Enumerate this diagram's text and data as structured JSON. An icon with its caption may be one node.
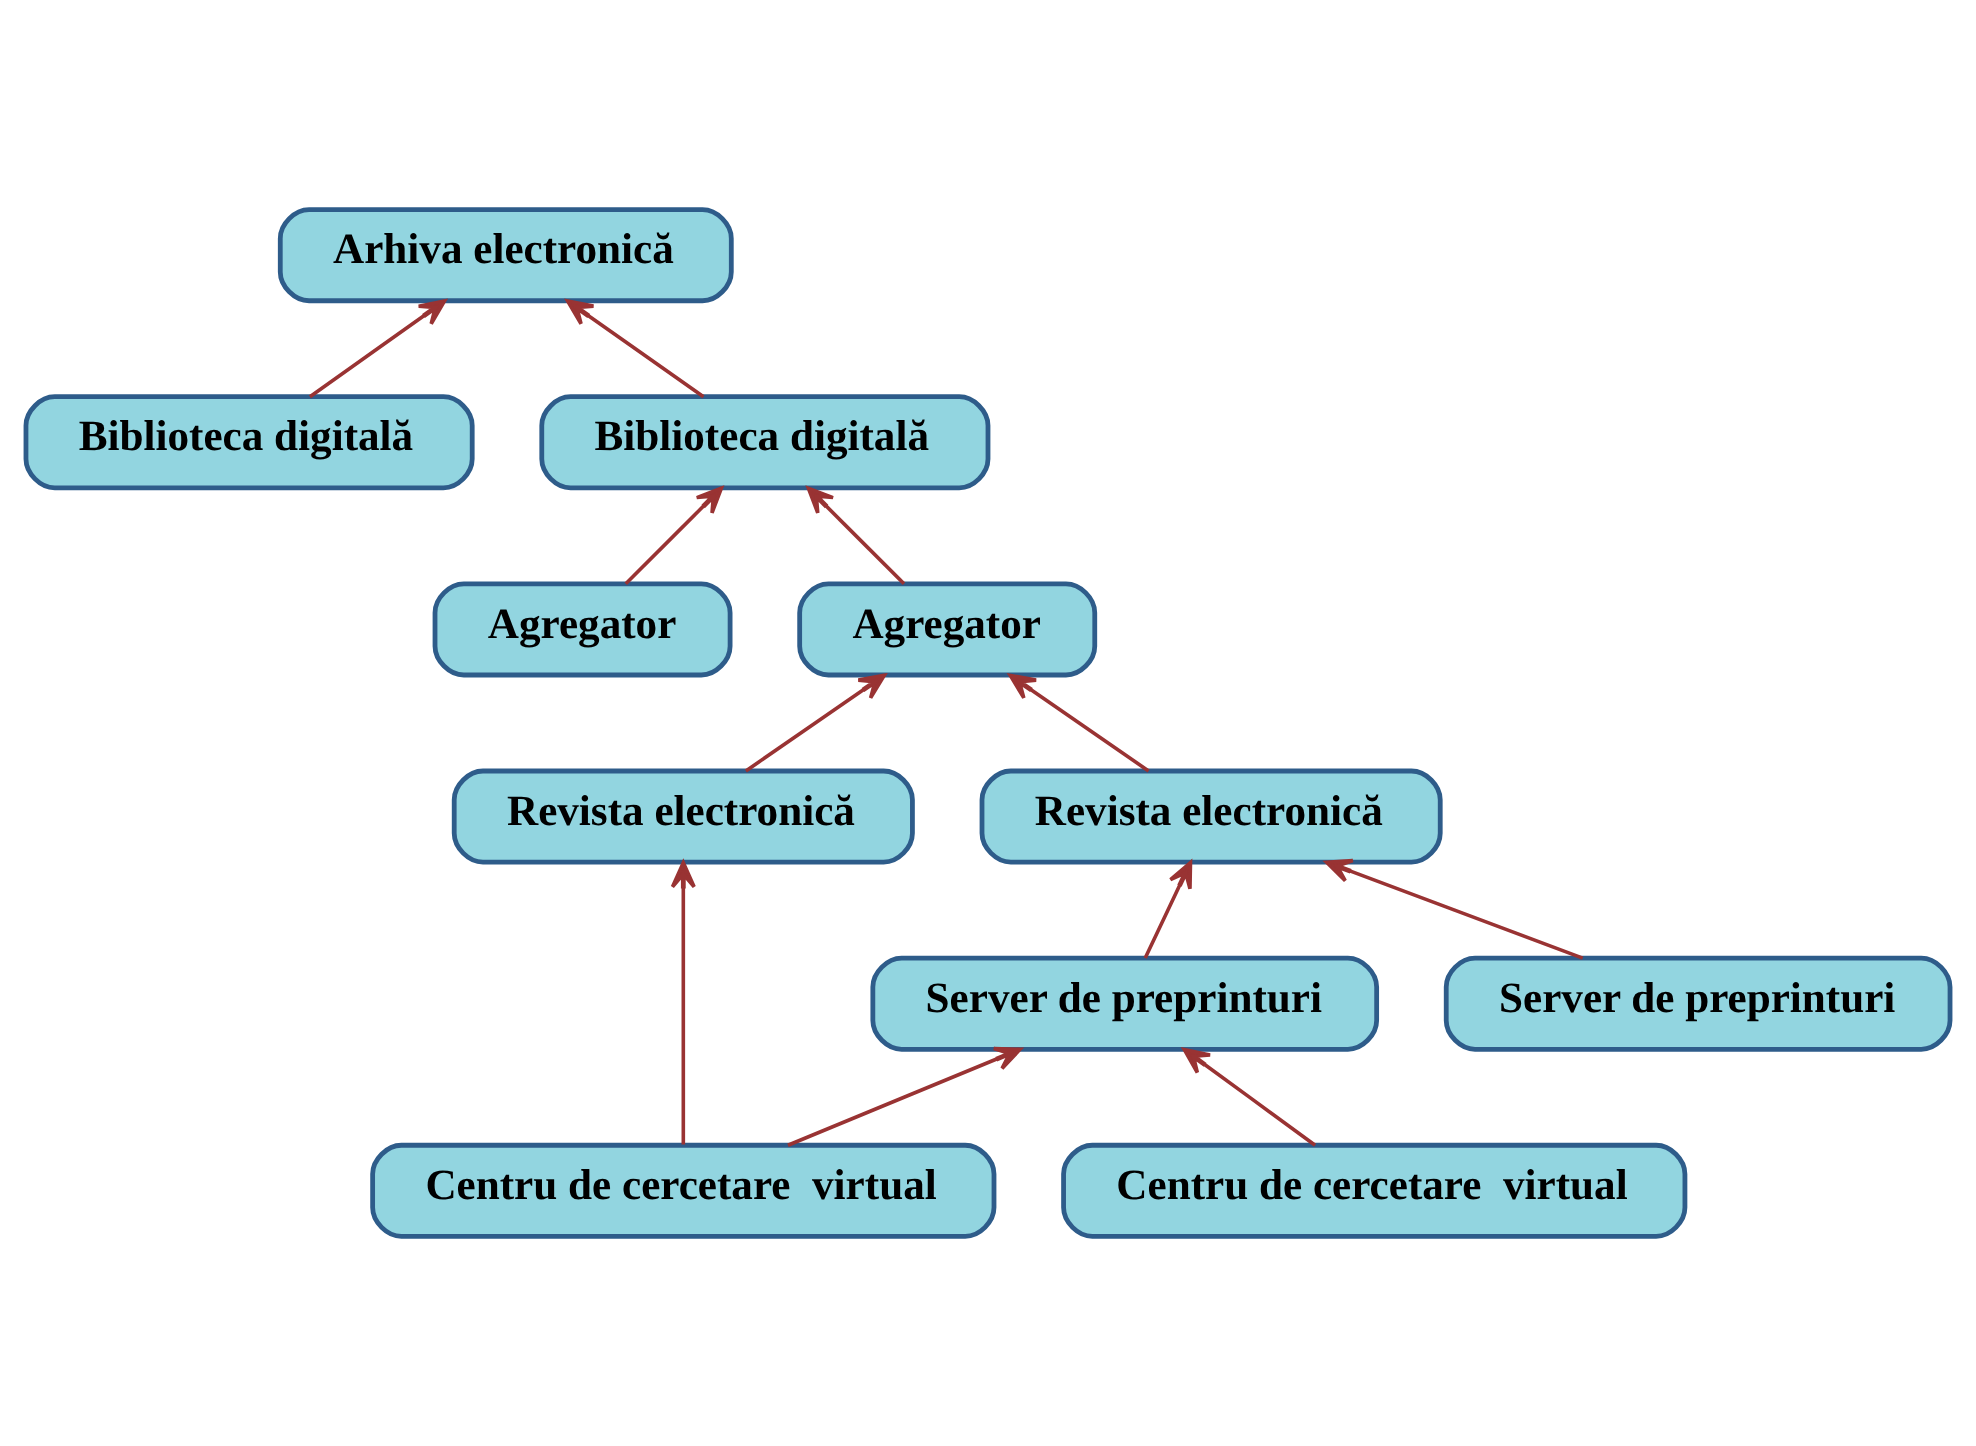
{
  "diagram": {
    "nodes": [
      {
        "text": [
          "Arhiva electronică"
        ]
      },
      {
        "text": [
          "Biblioteca digitală"
        ]
      },
      {
        "text": [
          "Biblioteca digitală"
        ]
      },
      {
        "text": [
          "Agregator"
        ]
      },
      {
        "text": [
          "Agregator"
        ]
      },
      {
        "text": [
          "Revista electronică"
        ]
      },
      {
        "text": [
          "Revista electronică"
        ]
      },
      {
        "text": [
          "Server de preprinturi"
        ]
      },
      {
        "text": [
          "Server de preprinturi"
        ]
      },
      {
        "text": [
          "Centru de cercetare  virtual"
        ]
      },
      {
        "text": [
          "Centru de cercetare  virtual"
        ]
      }
    ],
    "edges": [
      {
        "from": 1,
        "to": 0,
        "arrow": "to"
      },
      {
        "from": 2,
        "to": 0,
        "arrow": "to"
      },
      {
        "from": 3,
        "to": 2,
        "arrow": "to"
      },
      {
        "from": 4,
        "to": 2,
        "arrow": "to"
      },
      {
        "from": 5,
        "to": 4,
        "arrow": "to"
      },
      {
        "from": 6,
        "to": 4,
        "arrow": "to"
      },
      {
        "from": 7,
        "to": 6,
        "arrow": "to"
      },
      {
        "from": 8,
        "to": 6,
        "arrow": "to"
      },
      {
        "from": 9,
        "to": 5,
        "arrow": "to"
      },
      {
        "from": 9,
        "to": 7,
        "arrow": "to"
      },
      {
        "from": 10,
        "to": 7,
        "arrow": "to"
      }
    ]
  }
}
